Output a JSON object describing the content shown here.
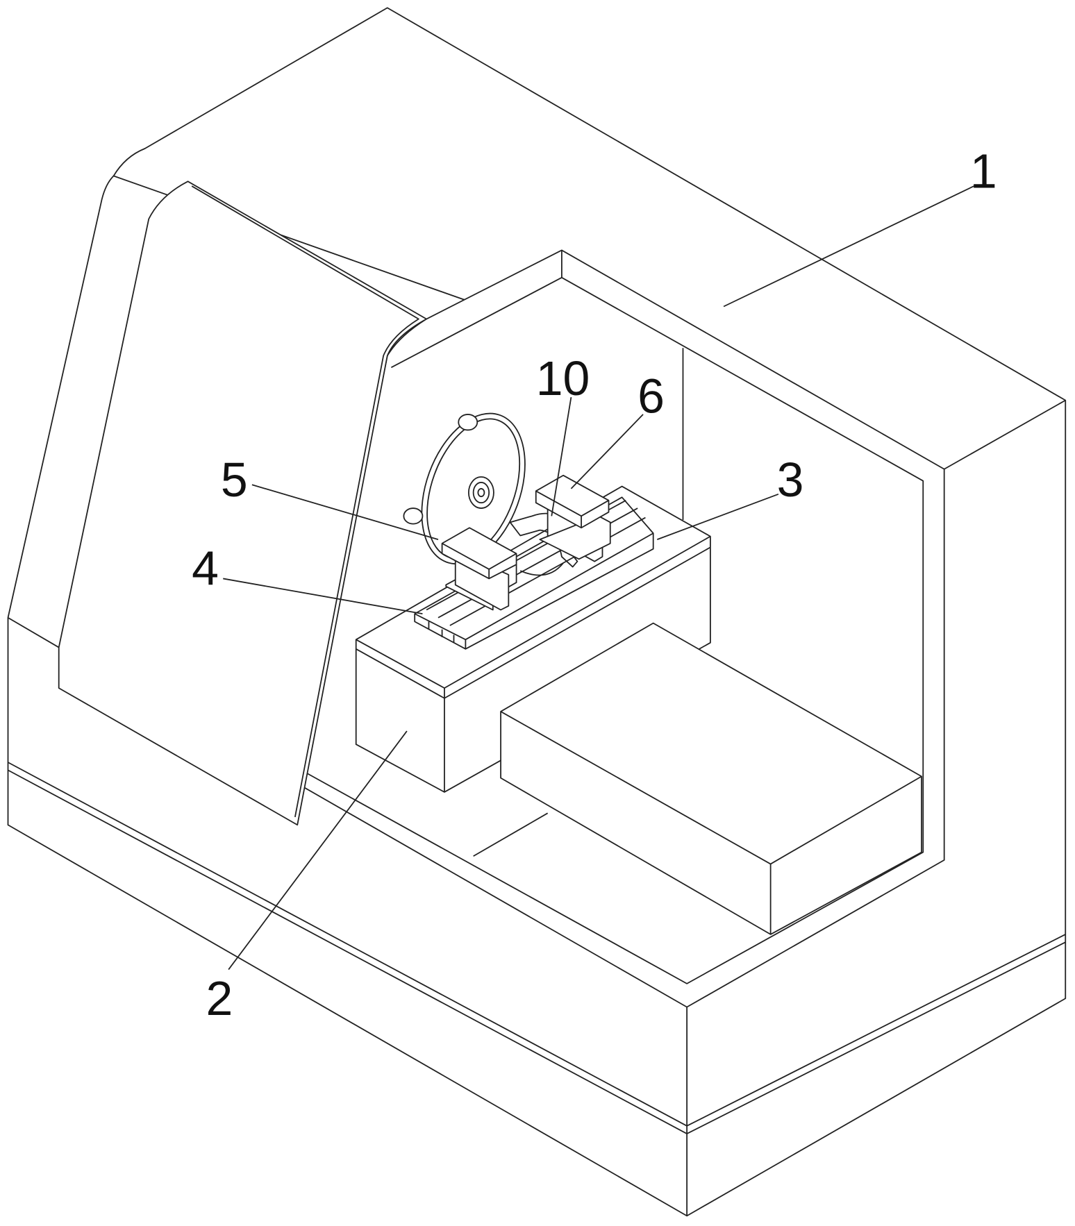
{
  "figure": {
    "labels": {
      "housing": "1",
      "pedestal": "2",
      "rail": "3",
      "slide_base": "4",
      "left_support": "5",
      "right_support": "6",
      "clamp": "10"
    }
  }
}
